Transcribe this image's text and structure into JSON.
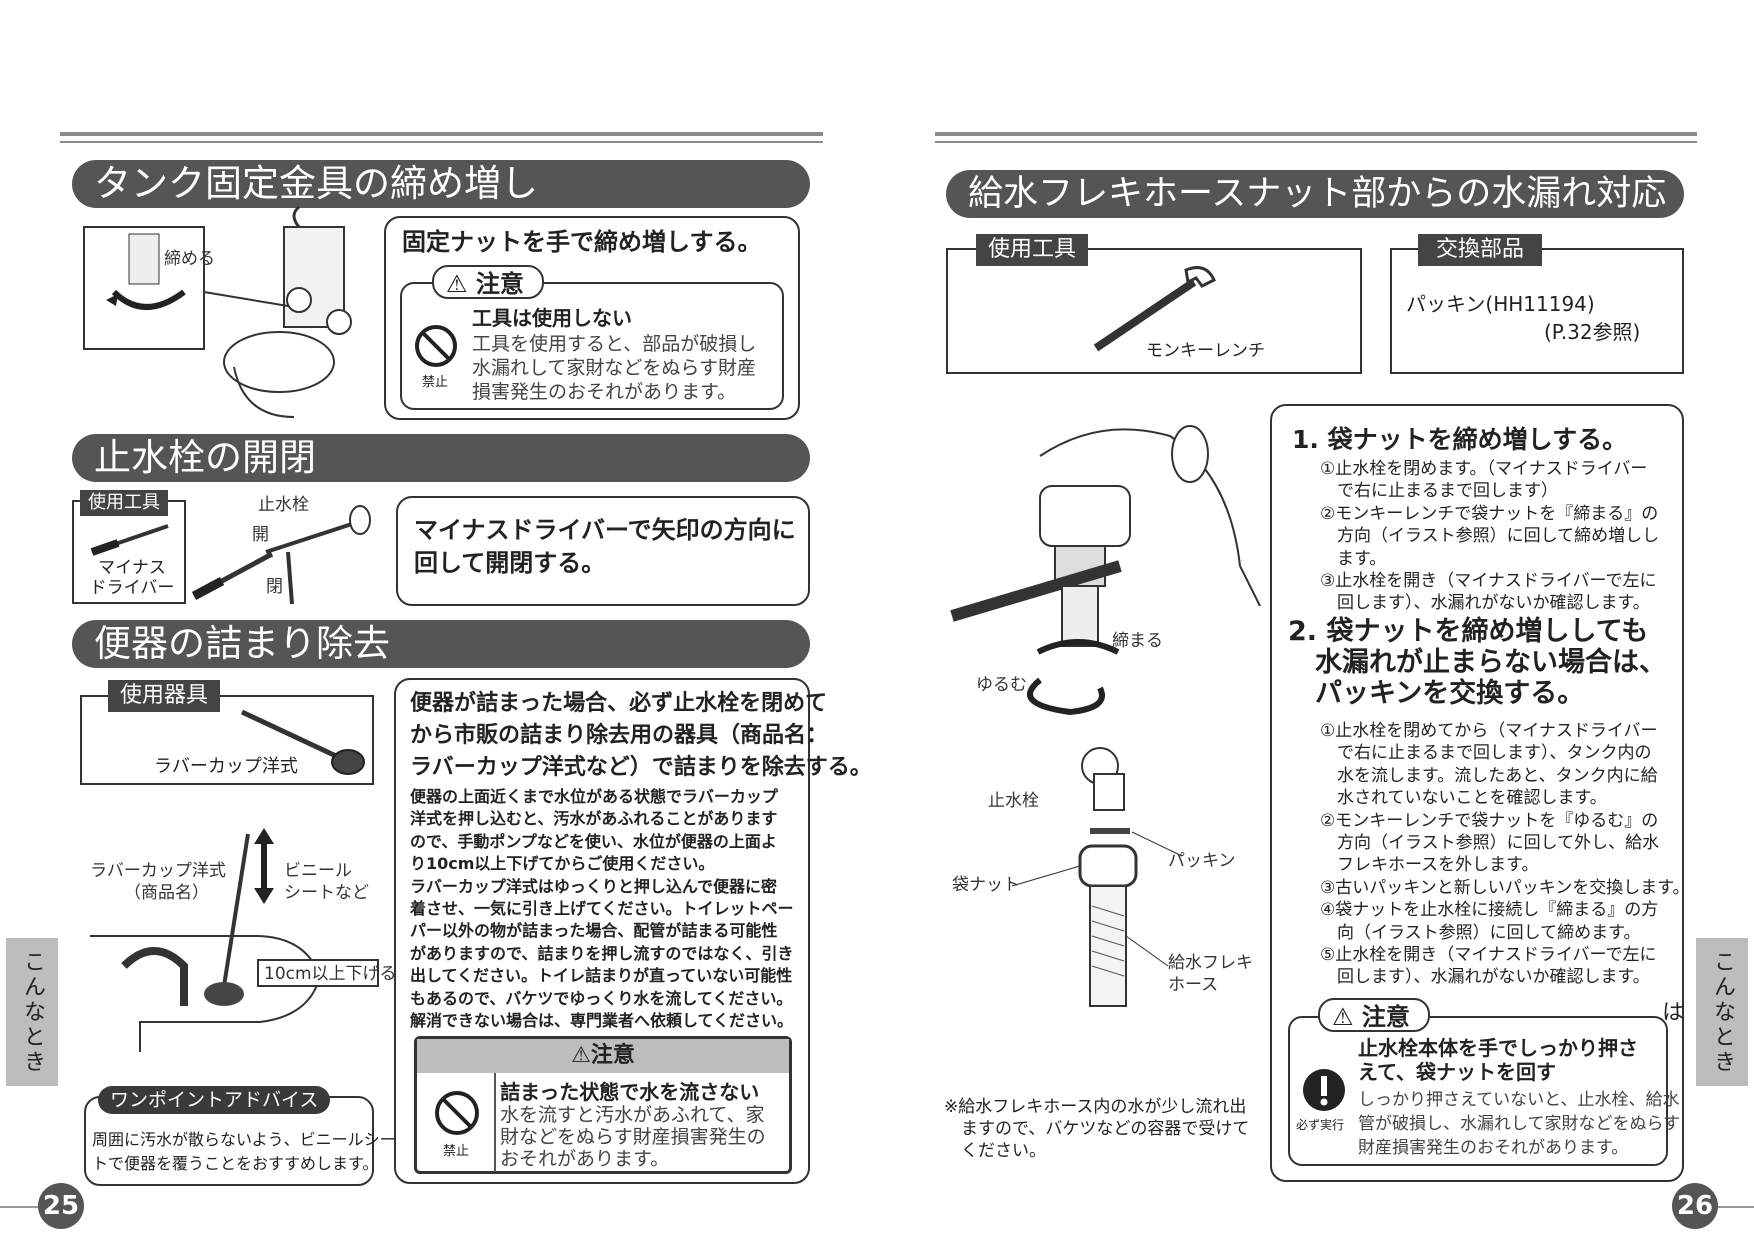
{
  "left": {
    "page_number": "25",
    "side_tab": "こんなときは",
    "tank": {
      "title": "タンク固定金具の締め増し",
      "fig_label": "締める",
      "lead": "固定ナットを手で締め増しする。",
      "caution_title": "注意",
      "caution_heading": "工具は使用しない",
      "caution_body": [
        "工具を使用すると、部品が破損し",
        "水漏れして家財などをぬらす財産",
        "損害発生のおそれがあります。"
      ],
      "prohibit_label": "禁止"
    },
    "valve": {
      "title": "止水栓の開閉",
      "tool_tag": "使用工具",
      "tool_name": [
        "マイナス",
        "ドライバー"
      ],
      "fig_valve": "止水栓",
      "fig_open": "開",
      "fig_close": "閉",
      "lead": [
        "マイナスドライバーで矢印の方向に",
        "回して開閉する。"
      ]
    },
    "clog": {
      "title": "便器の詰まり除去",
      "tool_tag": "使用器具",
      "tool_name": "ラバーカップ洋式",
      "fig_cup": [
        "ラバーカップ洋式",
        "（商品名）"
      ],
      "fig_sheet": [
        "ビニール",
        "シートなど"
      ],
      "fig_lower": "10cm以上下げる",
      "lead": [
        "便器が詰まった場合、必ず止水栓を閉めて",
        "から市販の詰まり除去用の器具（商品名：",
        "ラバーカップ洋式など）で詰まりを除去する。"
      ],
      "body": [
        "便器の上面近くまで水位がある状態でラバーカップ",
        "洋式を押し込むと、汚水があふれることがあります",
        "ので、手動ポンプなどを使い、水位が便器の上面よ",
        "り10cm以上下げてからご使用ください。",
        "ラバーカップ洋式はゆっくりと押し込んで便器に密",
        "着させ、一気に引き上げてください。トイレットペー",
        "パー以外の物が詰まった場合、配管が詰まる可能性",
        "がありますので、詰まりを押し流すのではなく、引き",
        "出してください。トイレ詰まりが直っていない可能性",
        "もあるので、バケツでゆっくり水を流してください。",
        "解消できない場合は、専門業者へ依頼してください。"
      ],
      "caution_title": "注意",
      "caution_heading": "詰まった状態で水を流さない",
      "caution_body": [
        "水を流すと汚水があふれて、家",
        "財などをぬらす財産損害発生の",
        "おそれがあります。"
      ],
      "prohibit_label": "禁止",
      "advice_tag": "ワンポイントアドバイス",
      "advice_body": [
        "周囲に汚水が散らないよう、ビニールシー",
        "トで便器を覆うことをおすすめします。"
      ]
    }
  },
  "right": {
    "page_number": "26",
    "side_tab": "こんなときは",
    "title": "給水フレキホースナット部からの水漏れ対応",
    "tools_tag": "使用工具",
    "tools_name": "モンキーレンチ",
    "parts_tag": "交換部品",
    "parts_name": "パッキン(HH11194)",
    "parts_ref": "(P.32参照)",
    "fig_tighten": "締まる",
    "fig_loosen": "ゆるむ",
    "fig_valve": "止水栓",
    "fig_packing": "パッキン",
    "fig_nut": "袋ナット",
    "fig_hose": [
      "給水フレキ",
      "ホース"
    ],
    "note": [
      "※給水フレキホース内の水が少し流れ出",
      "　ますので、バケツなどの容器で受けて",
      "　ください。"
    ],
    "step1_title": "1. 袋ナットを締め増しする。",
    "step1_items": [
      "①止水栓を閉めます。（マイナスドライバー",
      "　で右に止まるまで回します）",
      "②モンキーレンチで袋ナットを『締まる』の",
      "　方向（イラスト参照）に回して締め増しし",
      "　ます。",
      "③止水栓を開き（マイナスドライバーで左に",
      "　回します）、水漏れがないか確認します。"
    ],
    "step2_title": [
      "2. 袋ナットを締め増ししても",
      "　水漏れが止まらない場合は、",
      "　パッキンを交換する。"
    ],
    "step2_items": [
      "①止水栓を閉めてから（マイナスドライバー",
      "　で右に止まるまで回します）、タンク内の",
      "　水を流します。流したあと、タンク内に給",
      "　水されていないことを確認します。",
      "②モンキーレンチで袋ナットを『ゆるむ』の",
      "　方向（イラスト参照）に回して外し、給水",
      "　フレキホースを外します。",
      "③古いパッキンと新しいパッキンを交換します。",
      "④袋ナットを止水栓に接続し『締まる』の方",
      "　向（イラスト参照）に回して締めます。",
      "⑤止水栓を開き（マイナスドライバーで左に",
      "　回します）、水漏れがないか確認します。"
    ],
    "caution_title": "注意",
    "caution_heading": [
      "止水栓本体を手でしっかり押さ",
      "えて、袋ナットを回す"
    ],
    "caution_body": [
      "しっかり押さえていないと、止水栓、給水",
      "管が破損し、水漏れして家財などをぬらす",
      "財産損害発生のおそれがあります。"
    ],
    "must_label": "必ず実行"
  }
}
